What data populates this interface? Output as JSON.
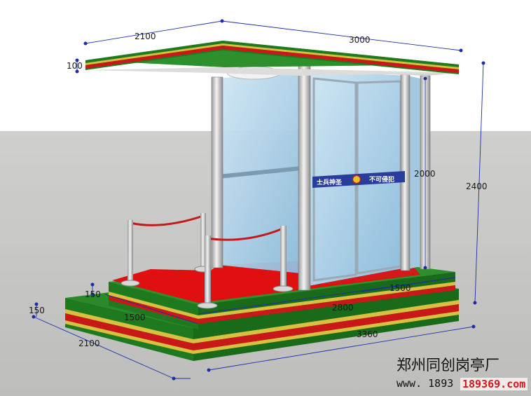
{
  "dimensions": {
    "roof_depth": "2100",
    "roof_width": "3000",
    "roof_thickness": "100",
    "glass_height": "2000",
    "total_height": "2400",
    "base_width": "3360",
    "base_depth": "2100",
    "platform_width": "2800",
    "base_height": "150",
    "step_height": "150",
    "front_step_width": "1500",
    "right_step_width": "1500"
  },
  "sign": {
    "left_text": "士兵神圣",
    "right_text": "不可侵犯"
  },
  "watermark": {
    "company": "郑州同创岗亭厂",
    "url_prefix": "www. 1893",
    "url_highlight": "189369.com"
  },
  "colors": {
    "ground": "#c8c8c6",
    "sky": "#ffffff",
    "carpet": "#e01010",
    "base_green": "#1f7a1f",
    "stripe_red": "#c81818",
    "stripe_gold": "#d8c040",
    "glass": "#a9cfe8",
    "sign_bg": "#2a3c9c",
    "dimension_line": "#1c2fa8"
  }
}
